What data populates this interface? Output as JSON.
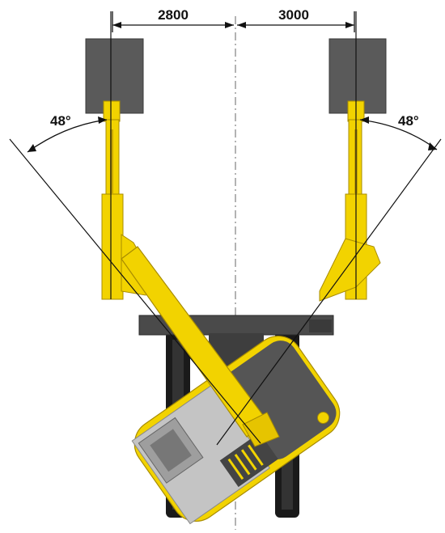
{
  "dimensions": {
    "left": "2800",
    "right": "3000"
  },
  "angles": {
    "left": "48°",
    "right": "48°"
  },
  "colors": {
    "boom_yellow": "#f2d300",
    "boom_yellow_dark": "#c9a800",
    "body_gray": "#8a8a8a",
    "dark_gray": "#4a4a4a",
    "light_gray": "#c4c4c4",
    "track_black": "#1a1a1a",
    "line": "#111111",
    "centerline": "#9a9a9a"
  }
}
